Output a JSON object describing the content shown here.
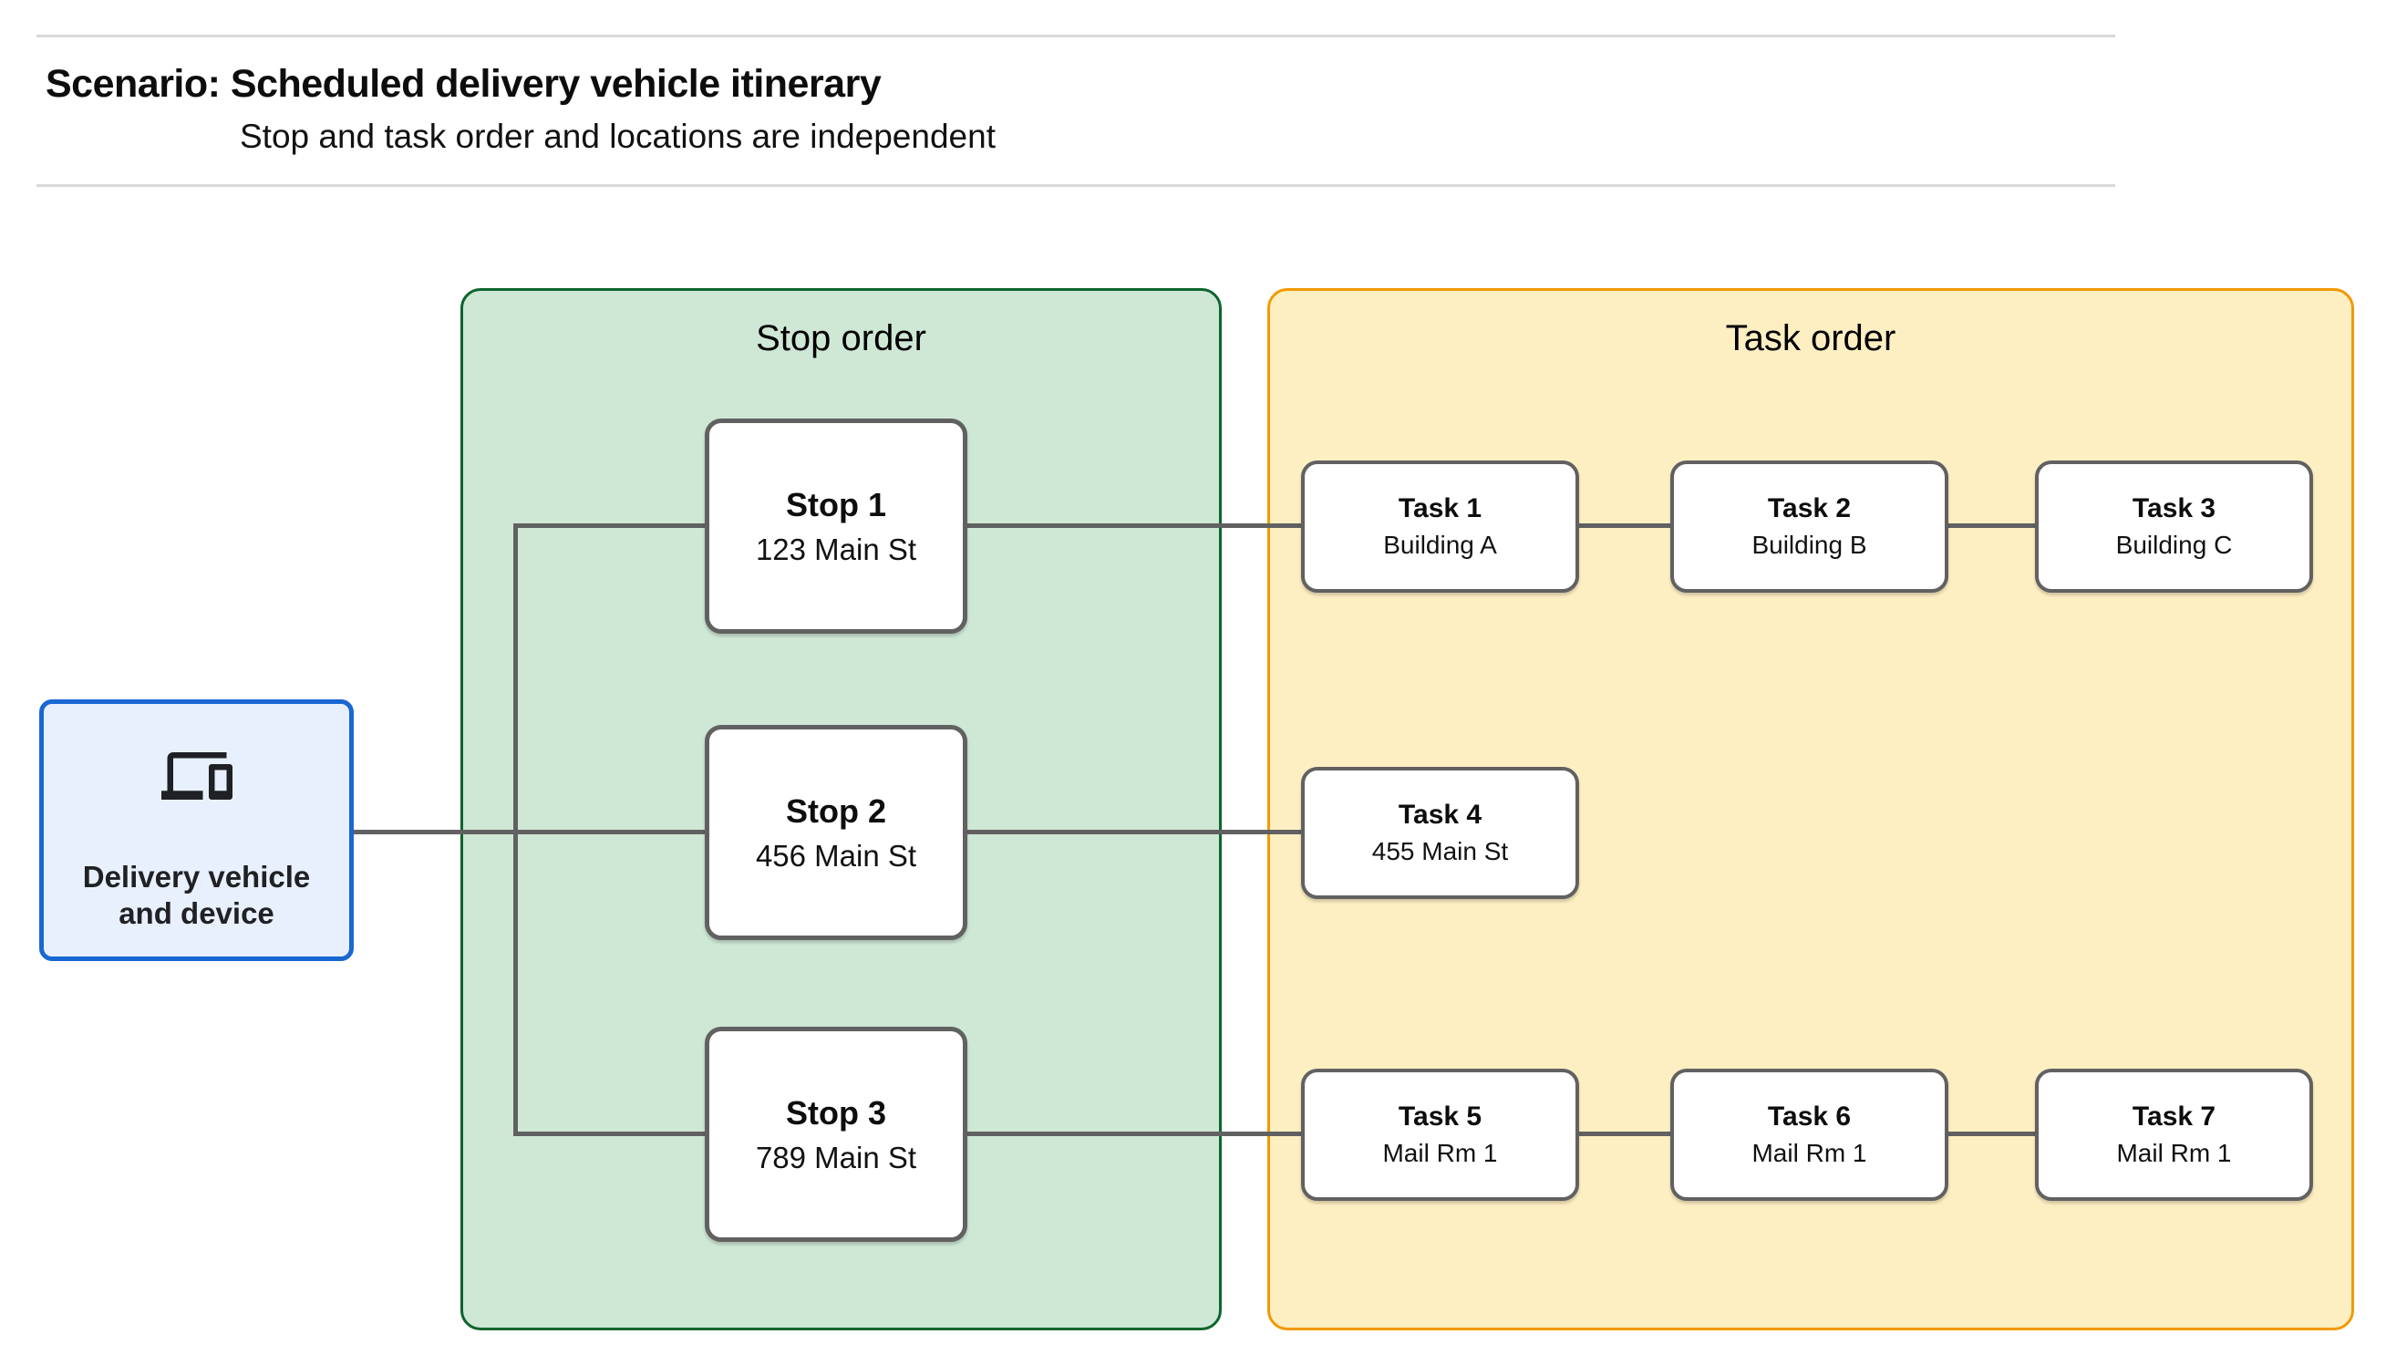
{
  "header": {
    "title": "Scenario: Scheduled delivery vehicle itinerary",
    "subtitle": "Stop and task order and locations are independent"
  },
  "vehicle": {
    "label": "Delivery vehicle and device",
    "icon": "devices-icon"
  },
  "panels": {
    "stop_order": {
      "title": "Stop order",
      "fill": "#cfe7d5",
      "border": "#0d652d"
    },
    "task_order": {
      "title": "Task order",
      "fill": "#feefc3",
      "border": "#f29900"
    }
  },
  "stops": [
    {
      "title": "Stop 1",
      "address": "123 Main St"
    },
    {
      "title": "Stop 2",
      "address": "456 Main St"
    },
    {
      "title": "Stop 3",
      "address": "789 Main St"
    }
  ],
  "tasks": [
    {
      "title": "Task 1",
      "location": "Building A"
    },
    {
      "title": "Task 2",
      "location": "Building B"
    },
    {
      "title": "Task 3",
      "location": "Building C"
    },
    {
      "title": "Task 4",
      "location": "455 Main St"
    },
    {
      "title": "Task 5",
      "location": "Mail Rm 1"
    },
    {
      "title": "Task 6",
      "location": "Mail Rm 1"
    },
    {
      "title": "Task 7",
      "location": "Mail Rm 1"
    }
  ],
  "colors": {
    "connector": "#616161",
    "node_border": "#616161",
    "vehicle_border": "#1967d2",
    "vehicle_fill": "#e8f0fe",
    "divider": "#d9d9d9"
  }
}
